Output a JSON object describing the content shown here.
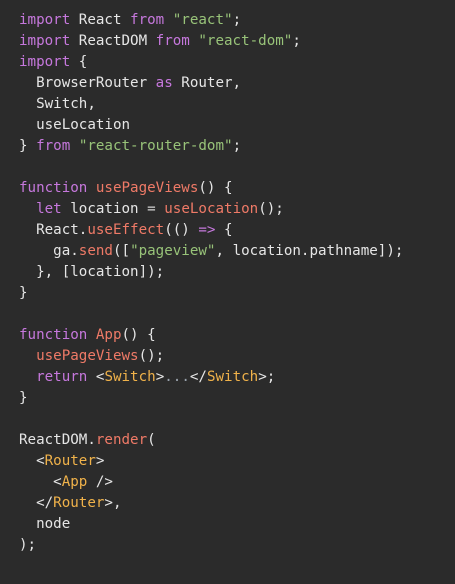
{
  "colors": {
    "background": "#2b2b2b",
    "kw": "#c678dd",
    "str": "#98c379",
    "fn": "#ef7a67",
    "tag": "#f0b24a",
    "plain": "#e6e6e6",
    "op": "#d3d3d3",
    "dim": "#9aa3ad"
  },
  "code_lines": [
    [
      {
        "t": "import",
        "c": "kw"
      },
      {
        "t": " React ",
        "c": "plain"
      },
      {
        "t": "from",
        "c": "kw"
      },
      {
        "t": " ",
        "c": "plain"
      },
      {
        "t": "\"react\"",
        "c": "str"
      },
      {
        "t": ";",
        "c": "plain"
      }
    ],
    [
      {
        "t": "import",
        "c": "kw"
      },
      {
        "t": " ReactDOM ",
        "c": "plain"
      },
      {
        "t": "from",
        "c": "kw"
      },
      {
        "t": " ",
        "c": "plain"
      },
      {
        "t": "\"react-dom\"",
        "c": "str"
      },
      {
        "t": ";",
        "c": "plain"
      }
    ],
    [
      {
        "t": "import",
        "c": "kw"
      },
      {
        "t": " {",
        "c": "plain"
      }
    ],
    [
      {
        "t": "  BrowserRouter ",
        "c": "plain"
      },
      {
        "t": "as",
        "c": "kw"
      },
      {
        "t": " Router,",
        "c": "plain"
      }
    ],
    [
      {
        "t": "  Switch,",
        "c": "plain"
      }
    ],
    [
      {
        "t": "  useLocation",
        "c": "plain"
      }
    ],
    [
      {
        "t": "} ",
        "c": "plain"
      },
      {
        "t": "from",
        "c": "kw"
      },
      {
        "t": " ",
        "c": "plain"
      },
      {
        "t": "\"react-router-dom\"",
        "c": "str"
      },
      {
        "t": ";",
        "c": "plain"
      }
    ],
    [],
    [
      {
        "t": "function",
        "c": "kw"
      },
      {
        "t": " ",
        "c": "plain"
      },
      {
        "t": "usePageViews",
        "c": "fn"
      },
      {
        "t": "() {",
        "c": "plain"
      }
    ],
    [
      {
        "t": "  ",
        "c": "plain"
      },
      {
        "t": "let",
        "c": "kw"
      },
      {
        "t": " location ",
        "c": "plain"
      },
      {
        "t": "=",
        "c": "op"
      },
      {
        "t": " ",
        "c": "plain"
      },
      {
        "t": "useLocation",
        "c": "fn"
      },
      {
        "t": "();",
        "c": "plain"
      }
    ],
    [
      {
        "t": "  React.",
        "c": "plain"
      },
      {
        "t": "useEffect",
        "c": "fn"
      },
      {
        "t": "(() ",
        "c": "plain"
      },
      {
        "t": "=>",
        "c": "kw"
      },
      {
        "t": " {",
        "c": "plain"
      }
    ],
    [
      {
        "t": "    ga.",
        "c": "plain"
      },
      {
        "t": "send",
        "c": "fn"
      },
      {
        "t": "([",
        "c": "plain"
      },
      {
        "t": "\"pageview\"",
        "c": "str"
      },
      {
        "t": ", location.pathname]);",
        "c": "plain"
      }
    ],
    [
      {
        "t": "  }, [location]);",
        "c": "plain"
      }
    ],
    [
      {
        "t": "}",
        "c": "plain"
      }
    ],
    [],
    [
      {
        "t": "function",
        "c": "kw"
      },
      {
        "t": " ",
        "c": "plain"
      },
      {
        "t": "App",
        "c": "fn"
      },
      {
        "t": "() {",
        "c": "plain"
      }
    ],
    [
      {
        "t": "  ",
        "c": "plain"
      },
      {
        "t": "usePageViews",
        "c": "fn"
      },
      {
        "t": "();",
        "c": "plain"
      }
    ],
    [
      {
        "t": "  ",
        "c": "plain"
      },
      {
        "t": "return",
        "c": "kw"
      },
      {
        "t": " <",
        "c": "plain"
      },
      {
        "t": "Switch",
        "c": "tag"
      },
      {
        "t": ">",
        "c": "plain"
      },
      {
        "t": "...",
        "c": "dim"
      },
      {
        "t": "</",
        "c": "plain"
      },
      {
        "t": "Switch",
        "c": "tag"
      },
      {
        "t": ">;",
        "c": "plain"
      }
    ],
    [
      {
        "t": "}",
        "c": "plain"
      }
    ],
    [],
    [
      {
        "t": "ReactDOM.",
        "c": "plain"
      },
      {
        "t": "render",
        "c": "fn"
      },
      {
        "t": "(",
        "c": "plain"
      }
    ],
    [
      {
        "t": "  <",
        "c": "plain"
      },
      {
        "t": "Router",
        "c": "tag"
      },
      {
        "t": ">",
        "c": "plain"
      }
    ],
    [
      {
        "t": "    <",
        "c": "plain"
      },
      {
        "t": "App",
        "c": "tag"
      },
      {
        "t": " />",
        "c": "plain"
      }
    ],
    [
      {
        "t": "  </",
        "c": "plain"
      },
      {
        "t": "Router",
        "c": "tag"
      },
      {
        "t": ">,",
        "c": "plain"
      }
    ],
    [
      {
        "t": "  node",
        "c": "plain"
      }
    ],
    [
      {
        "t": ");",
        "c": "plain"
      }
    ]
  ]
}
